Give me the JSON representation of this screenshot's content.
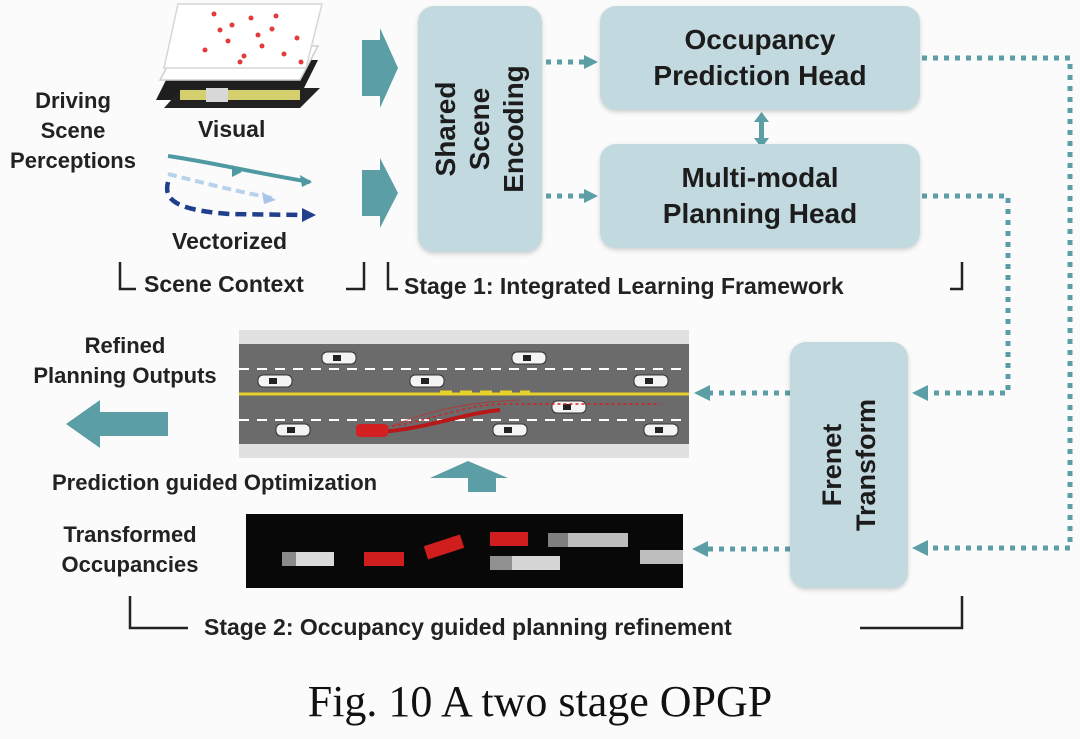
{
  "perception": {
    "title_lines": [
      "Driving",
      "Scene",
      "Perceptions"
    ],
    "visual_label": "Visual",
    "vectorized_label": "Vectorized",
    "scene_context_label": "Scene Context"
  },
  "stage1": {
    "encoder_label": "Shared Scene Encoding",
    "occupancy_head": [
      "Occupancy",
      "Prediction Head"
    ],
    "planning_head": [
      "Multi-modal",
      "Planning Head"
    ],
    "bracket_label": "Stage 1: Integrated Learning Framework"
  },
  "stage2": {
    "frenet_label": "Frenet Transform",
    "refined_outputs": [
      "Refined",
      "Planning Outputs"
    ],
    "optimization_label": "Prediction guided Optimization",
    "transformed_occupancies": [
      "Transformed",
      "Occupancies"
    ],
    "bracket_label": "Stage 2: Occupancy guided planning refinement"
  },
  "colors": {
    "arrow_teal": "#5b9ea6",
    "box_fill": "#c3d9e0",
    "ego_red": "#d42020",
    "lane_yellow": "#e6d22a"
  },
  "caption": "Fig. 10 A two stage OPGP"
}
